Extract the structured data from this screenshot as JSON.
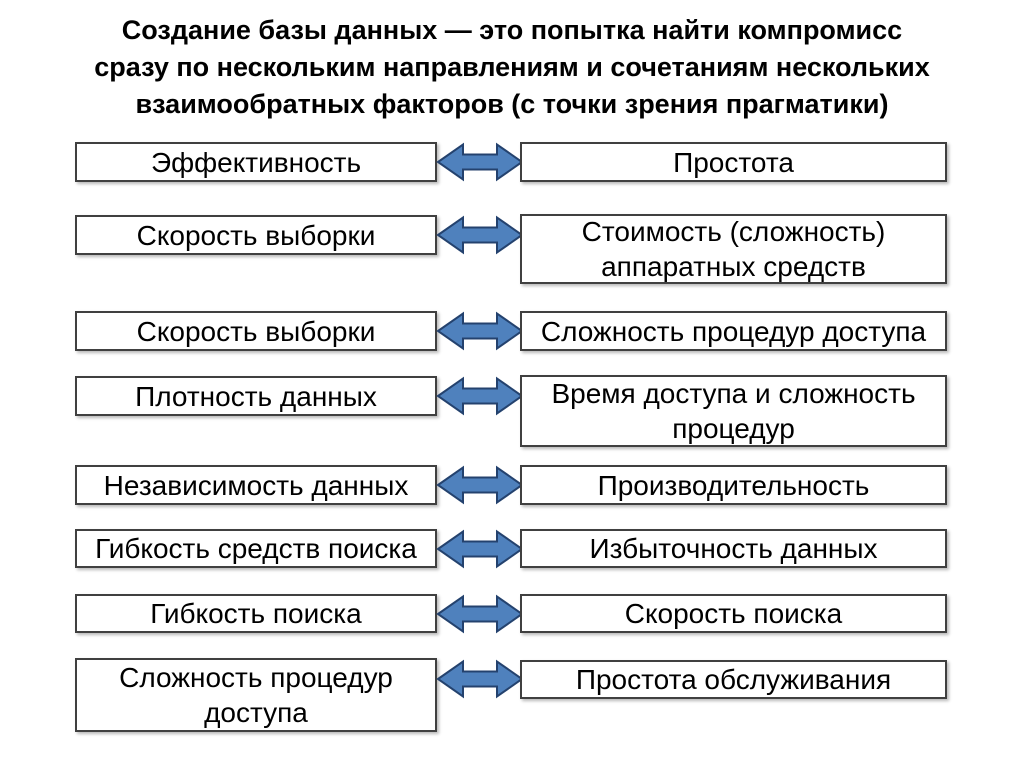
{
  "slide": {
    "title": "Создание базы данных — это попытка найти компромисс\nсразу по нескольким направлениям и сочетаниям нескольких\nвзаимообратных факторов (с точки зрения прагматики)"
  },
  "colors": {
    "background": "#ffffff",
    "title_text": "#000000",
    "box_text": "#000000",
    "box_border": "#404040",
    "arrow_fill": "#4f81bd",
    "arrow_stroke": "#24426e"
  },
  "arrow": {
    "icon": "double-headed-horizontal-arrow"
  },
  "rows": [
    {
      "left": "Эффективность",
      "right": "Простота"
    },
    {
      "left": "Скорость выборки",
      "right": "Стоимость (сложность)\nаппаратных средств"
    },
    {
      "left": "Скорость выборки",
      "right": "Сложность процедур доступа"
    },
    {
      "left": "Плотность данных",
      "right": "Время доступа и сложность\nпроцедур"
    },
    {
      "left": "Независимость данных",
      "right": "Производительность"
    },
    {
      "left": "Гибкость средств поиска",
      "right": "Избыточность данных"
    },
    {
      "left": "Гибкость поиска",
      "right": "Скорость поиска"
    },
    {
      "left": "Сложность процедур\nдоступа",
      "right": "Простота обслуживания"
    }
  ]
}
